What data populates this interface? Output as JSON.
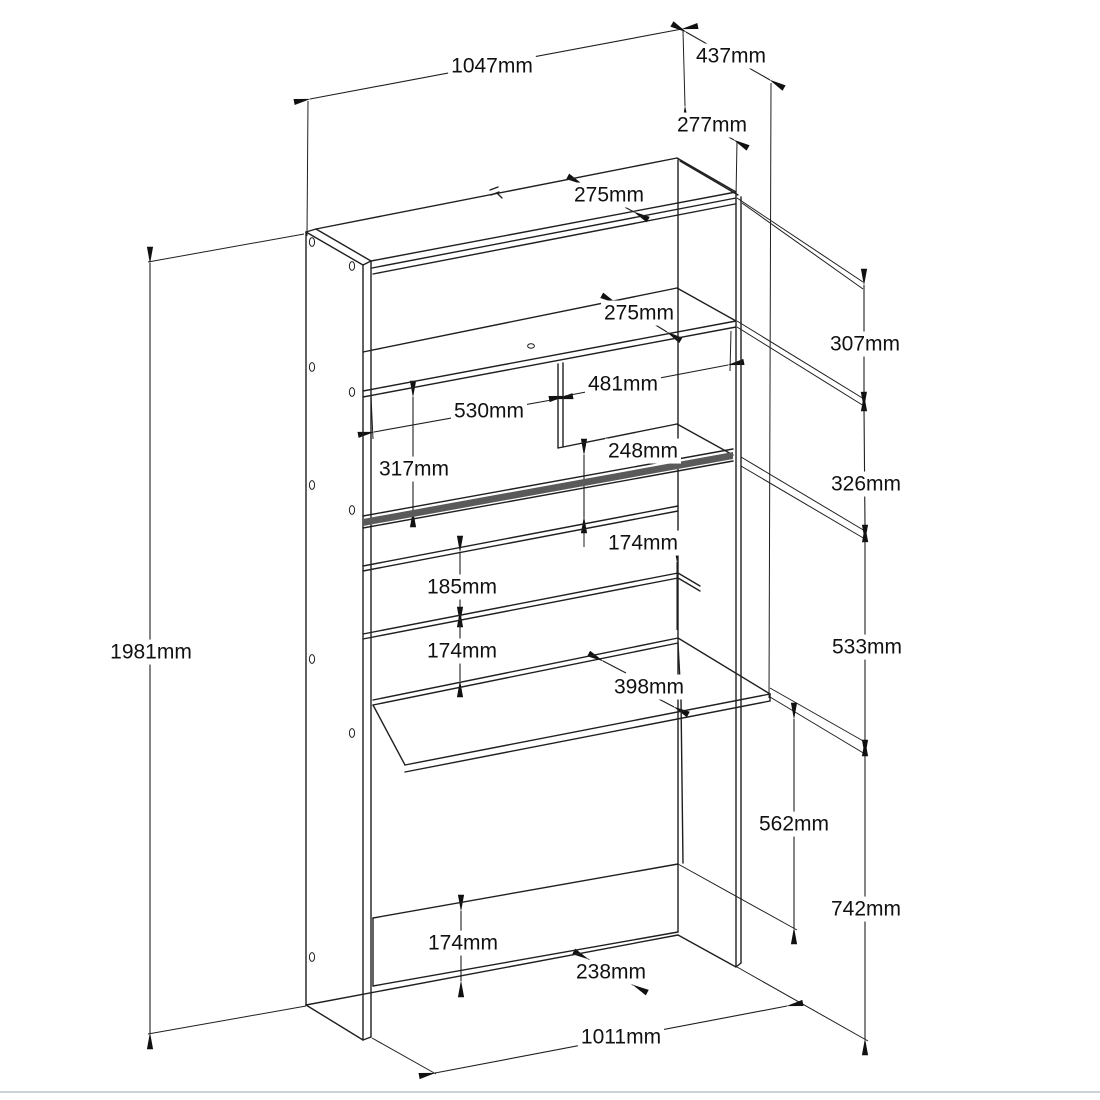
{
  "diagram": {
    "title": "furniture-assembly-dimension-drawing",
    "unit": "mm",
    "labels": [
      "1047mm",
      "437mm",
      "277mm",
      "275mm",
      "275mm",
      "481mm",
      "530mm",
      "317mm",
      "248mm",
      "307mm",
      "326mm",
      "174mm",
      "185mm",
      "174mm",
      "398mm",
      "533mm",
      "1981mm",
      "562mm",
      "742mm",
      "174mm",
      "238mm",
      "1011mm"
    ],
    "dimensions": {
      "overall_width": "1047mm",
      "overall_height": "1981mm",
      "overall_depth": "437mm",
      "upper_section_depth": "277mm",
      "top_shelf_depth": "275mm",
      "second_shelf_depth": "275mm",
      "right_compartment_width": "481mm",
      "left_compartment_width": "530mm",
      "left_compartment_height": "317mm",
      "mid_compartment_height": "248mm",
      "top_right_gap": "307mm",
      "upper_right_gap": "326mm",
      "shelf_gap_upper": "174mm",
      "shelf_gap_a": "185mm",
      "shelf_gap_b": "174mm",
      "desk_surface_depth": "398mm",
      "shelf_to_desk_height": "533mm",
      "under_desk_clearance": "562mm",
      "desk_surface_height": "742mm",
      "base_panel_height": "174mm",
      "base_depth": "238mm",
      "base_width": "1011mm"
    }
  }
}
